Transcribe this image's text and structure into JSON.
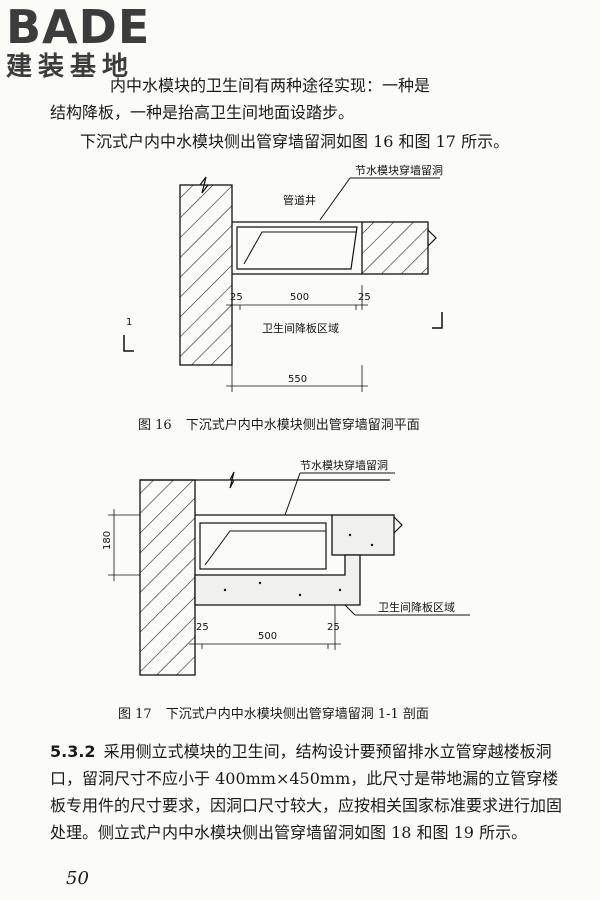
{
  "logo": {
    "main": "BADE",
    "sub": "建装基地"
  },
  "para1": {
    "line1": "内中水模块的卫生间有两种途径实现：一种是",
    "line2": "结构降板，一种是抬高卫生间地面设踏步。"
  },
  "para2": "下沉式户内中水模块侧出管穿墙留洞如图 16 和图 17 所示。",
  "fig16": {
    "label_hole": "节水模块穿墙留洞",
    "label_shaft": "管道井",
    "label_area": "卫生间降板区域",
    "dim_left": "25",
    "dim_mid": "500",
    "dim_right": "25",
    "dim_total": "550",
    "section_mark": "1",
    "caption_num": "图 16",
    "caption_text": "下沉式户内中水模块侧出管穿墙留洞平面"
  },
  "fig17": {
    "label_hole": "节水模块穿墙留洞",
    "label_area": "卫生间降板区域",
    "dim_height": "180",
    "dim_left": "25",
    "dim_mid": "500",
    "dim_right": "25",
    "caption_num": "图 17",
    "caption_text": "下沉式户内中水模块侧出管穿墙留洞 1-1 剖面"
  },
  "para3": {
    "number": "5.3.2",
    "text": "采用侧立式模块的卫生间，结构设计要预留排水立管穿越楼板洞口，留洞尺寸不应小于 400mm×450mm，此尺寸是带地漏的立管穿楼板专用件的尺寸要求，因洞口尺寸较大，应按相关国家标准要求进行加固处理。侧立式户内中水模块侧出管穿墙留洞如图 18 和图 19 所示。"
  },
  "page_number": "50"
}
